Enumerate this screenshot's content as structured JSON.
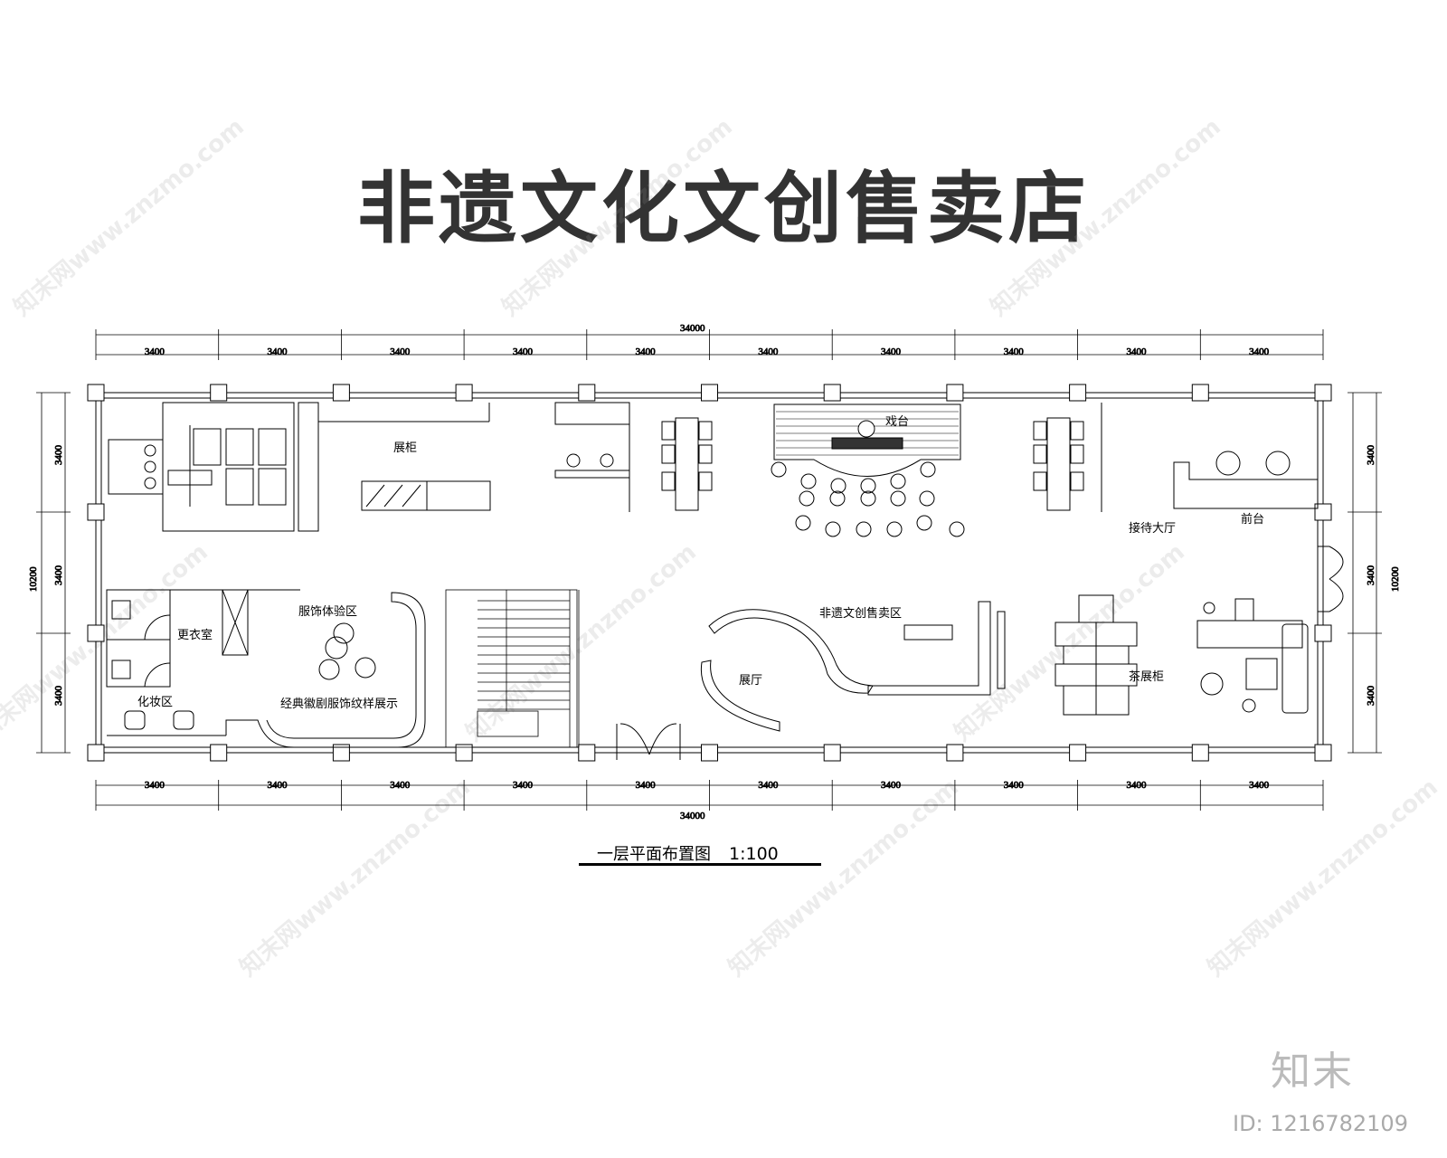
{
  "title": "非遗文化文创售卖店",
  "plan_title": "一层平面布置图",
  "plan_scale": "1:100",
  "dimensions": {
    "total_width": "34000",
    "bay": "3400",
    "total_depth": "10200",
    "depth_bay": "3400"
  },
  "rooms": {
    "display_cabinet": "展柜",
    "stage": "戏台",
    "reception_hall": "接待大厅",
    "front_desk": "前台",
    "costume_experience": "服饰体验区",
    "fitting_room": "更衣室",
    "makeup_area": "化妆区",
    "costume_display": "经典徽剧服饰纹样展示",
    "heritage_sales": "非遗文创售卖区",
    "exhibition_hall": "展厅",
    "tea_cabinet": "茶展柜"
  },
  "watermark": "知末网www.znzmo.com",
  "brand": "知末",
  "image_id": "ID: 1216782109"
}
